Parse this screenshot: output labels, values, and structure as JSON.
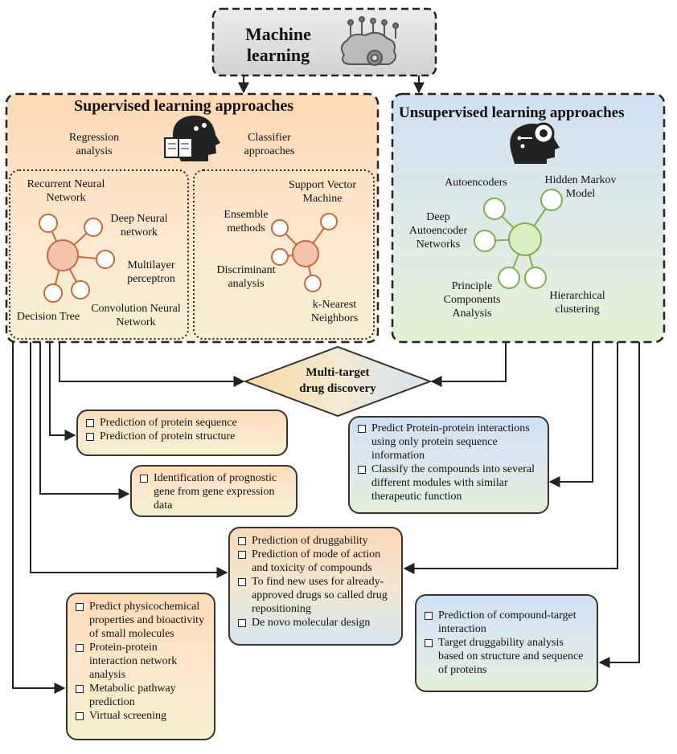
{
  "machine_learning": {
    "title": "Machine learning",
    "line1": "Machine",
    "line2": "learning",
    "icon": "brain-circuit-gear-icon"
  },
  "supervised": {
    "title": "Supervised learning approaches",
    "icon": "head-book-icon",
    "regression": [
      "Regression",
      "analysis"
    ],
    "classifier": [
      "Classifier",
      "approaches"
    ],
    "regression_methods": {
      "recurrent": [
        "Recurrent Neural",
        "Network"
      ],
      "deep": [
        "Deep Neural",
        "network"
      ],
      "multilayer": [
        "Multilayer",
        "perceptron"
      ],
      "decision_tree": "Decision Tree",
      "convolution": [
        "Convolution Neural",
        "Network"
      ]
    },
    "classifier_methods": {
      "svm": [
        "Support Vector",
        "Machine"
      ],
      "ensemble": [
        "Ensemble",
        "methods"
      ],
      "discriminant": [
        "Discriminant",
        "analysis"
      ],
      "knn": [
        "k-Nearest",
        "Neighbors"
      ]
    }
  },
  "unsupervised": {
    "title": "Unsupervised learning approaches",
    "icon": "head-gear-circuit-icon",
    "methods": {
      "autoencoders": "Autoencoders",
      "hmm": [
        "Hidden Markov",
        "Model"
      ],
      "deep_autoencoder": [
        "Deep",
        "Autoencoder",
        "Networks"
      ],
      "pca": [
        "Principle",
        "Components",
        "Analysis"
      ],
      "hierarchical": [
        "Hierarchical",
        "clustering"
      ]
    }
  },
  "center": {
    "line1": "Multi-target",
    "line2": "drug discovery"
  },
  "applications": {
    "protein": [
      "Prediction of protein sequence",
      "Prediction of protein structure"
    ],
    "prognostic": [
      "Identification of prognostic gene from gene expression data"
    ],
    "ppi": [
      "Predict Protein-protein interactions  using only protein sequence information",
      "Classify the compounds into several different modules with similar therapeutic function"
    ],
    "druggability": [
      "Prediction of druggability",
      "Prediction of mode of action and toxicity of compounds",
      "To find new uses for already-approved drugs so called drug repositioning",
      "De novo molecular design"
    ],
    "physchem": [
      "Predict physicochemical properties and bioactivity of small molecules",
      "Protein-protein interaction network analysis",
      "Metabolic pathway prediction",
      "Virtual screening"
    ],
    "compound_target": [
      "Prediction of compound-target interaction",
      "Target druggability analysis based on structure and sequence of  proteins"
    ]
  },
  "colors": {
    "supervised_fill": "#fddcb8",
    "unsupervised_fill": "#dde9f3",
    "supervised_node": "#c46a3e",
    "supervised_node_fill": "#f6c2aa",
    "unsupervised_node": "#7bb04b",
    "unsupervised_node_fill": "#d8eec3",
    "border": "#3a332d"
  }
}
